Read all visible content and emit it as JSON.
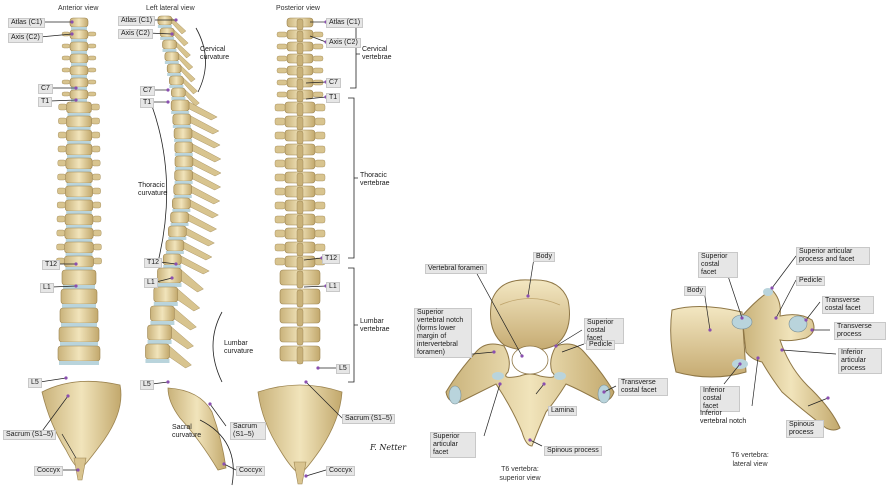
{
  "views": {
    "anterior": "Anterior view",
    "lateral": "Left lateral view",
    "posterior": "Posterior view"
  },
  "anterior_labels": {
    "atlas": "Atlas (C1)",
    "axis": "Axis (C2)",
    "c7": "C7",
    "t1": "T1",
    "t12": "T12",
    "l1": "L1",
    "l5": "L5",
    "sacrum": "Sacrum (S1–5)",
    "coccyx": "Coccyx"
  },
  "lateral_labels": {
    "atlas": "Atlas (C1)",
    "axis": "Axis (C2)",
    "cervical_curvature": "Cervical curvature",
    "c7": "C7",
    "t1": "T1",
    "thoracic_curvature": "Thoracic curvature",
    "t12": "T12",
    "l1": "L1",
    "lumbar_curvature": "Lumbar curvature",
    "l5": "L5",
    "sacrum": "Sacrum (S1–5)",
    "sacral_curvature": "Sacral curvature",
    "coccyx": "Coccyx"
  },
  "posterior_labels": {
    "atlas": "Atlas (C1)",
    "axis": "Axis (C2)",
    "cervical_vertebrae": "Cervical vertebrae",
    "c7": "C7",
    "t1": "T1",
    "thoracic_vertebrae": "Thoracic vertebrae",
    "t12": "T12",
    "l1": "L1",
    "lumbar_vertebrae": "Lumbar vertebrae",
    "l5": "L5",
    "sacrum": "Sacrum (S1–5)",
    "coccyx": "Coccyx",
    "signature": "F. Netter"
  },
  "superior_view": {
    "caption_line1": "T6 vertebra:",
    "caption_line2": "superior view",
    "body": "Body",
    "vertebral_foramen": "Vertebral foramen",
    "superior_vertebral_notch": "Superior vertebral notch (forms lower margin of intervertebral foramen)",
    "superior_costal_facet": "Superior costal facet",
    "pedicle": "Pedicle",
    "transverse_costal_facet": "Transverse costal facet",
    "lamina": "Lamina",
    "superior_articular_facet": "Superior articular facet",
    "spinous_process": "Spinous process"
  },
  "lateral_view": {
    "caption_line1": "T6 vertebra:",
    "caption_line2": "lateral view",
    "superior_costal_facet": "Superior costal facet",
    "superior_articular_process": "Superior articular process and facet",
    "body": "Body",
    "pedicle": "Pedicle",
    "transverse_costal_facet": "Transverse costal facet",
    "transverse_process": "Transverse process",
    "inferior_articular_process": "Inferior articular process",
    "inferior_costal_facet": "Inferior costal facet",
    "inferior_vertebral_notch": "Inferior vertebral notch",
    "spinous_process": "Spinous process"
  },
  "colors": {
    "bone": "#e8d9a8",
    "bone_shade": "#c9b27a",
    "disc": "#b9d4dc",
    "marker": "#8a4fb0",
    "label_bg": "#e6e6e6"
  }
}
